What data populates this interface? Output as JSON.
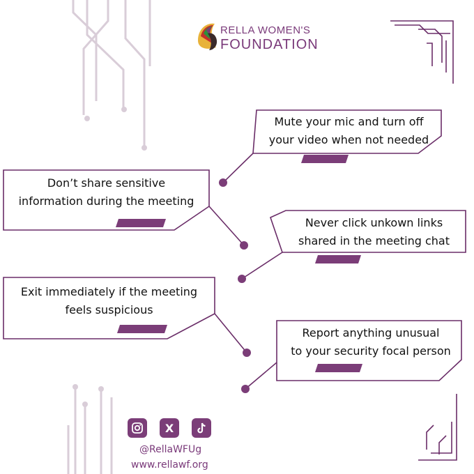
{
  "brand": {
    "line1": "RELLA WOMEN'S",
    "line2": "FOUNDATION",
    "logo_icon": "woman-head-logo-icon"
  },
  "tips": [
    {
      "line1": "Mute your mic and turn off",
      "line2": "your video when not needed"
    },
    {
      "line1": "Don’t share sensitive",
      "line2": "information during the meeting"
    },
    {
      "line1": "Never click unkown links",
      "line2": "shared in the meeting chat"
    },
    {
      "line1": "Exit immediately if the meeting",
      "line2": "feels suspicious"
    },
    {
      "line1": "Report anything unusual",
      "line2": "to your security focal person"
    }
  ],
  "social": {
    "icons": [
      "instagram-icon",
      "x-icon",
      "tiktok-icon"
    ],
    "x_glyph": "X",
    "handle": "@RellaWFUg",
    "website": "www.rellawf.org"
  },
  "colors": {
    "accent": "#7b3d78",
    "line": "#6a2d68",
    "circuit_light": "#d9cdd8"
  }
}
